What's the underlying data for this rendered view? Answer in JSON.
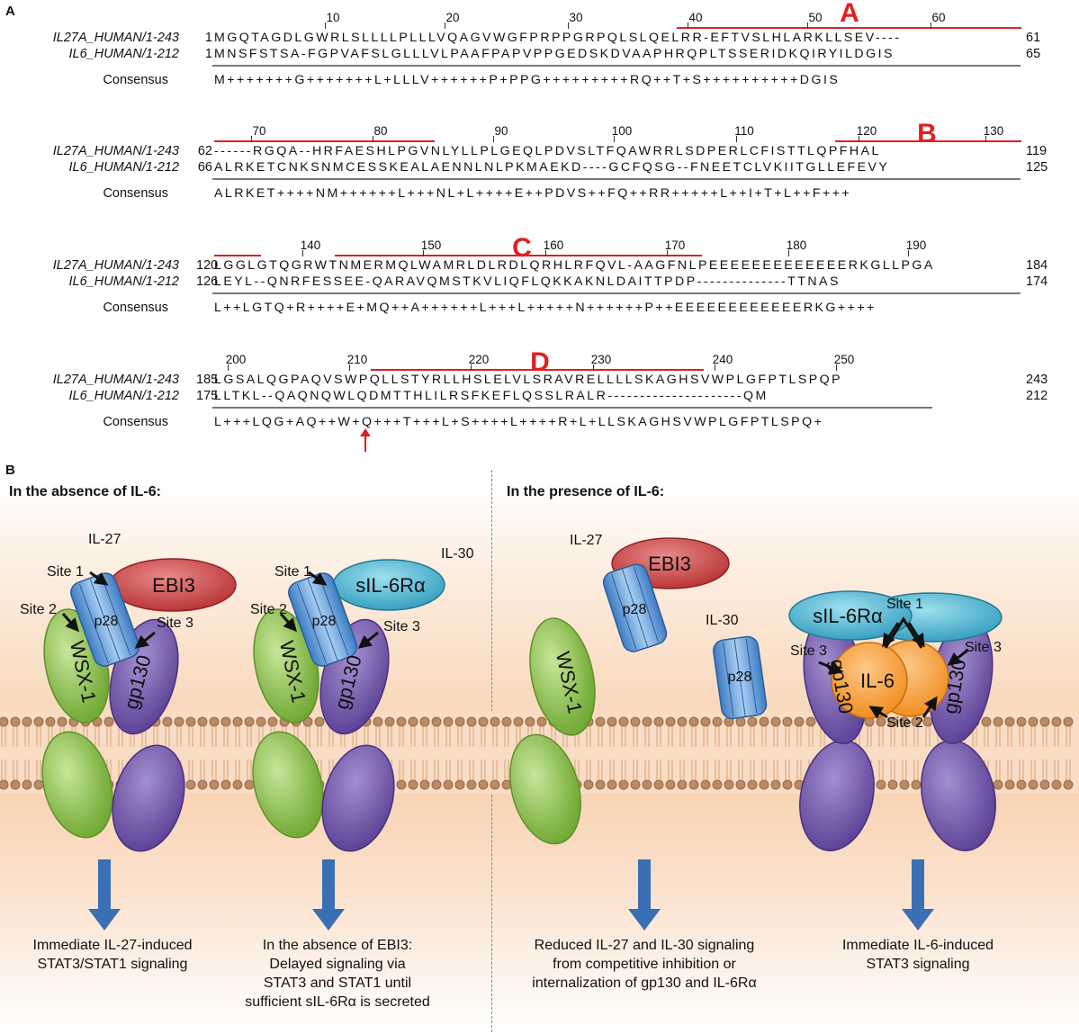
{
  "panel_a": {
    "letter": "A",
    "blocks": [
      {
        "ruler": [
          "10",
          "20",
          "30",
          "40",
          "50",
          "60"
        ],
        "helix_letter": "A",
        "rows": [
          {
            "name": "IL27A_HUMAN/1-243",
            "start": "1",
            "seq": "MGQTAGDLGWRLSLLLLPLLLVQAGVWGFPRPPGRPQLSLQELRR-EFTVSLHLARKLLSEV----",
            "end": "61"
          },
          {
            "name": "IL6_HUMAN/1-212",
            "start": "1",
            "seq": "MNSFSTSA-FGPVAFSLGLLLVLPAAFPAPVPPGEDSKDVAAPHRQPLTSSERIDKQIRYILDGIS",
            "end": "65"
          }
        ],
        "consensus_label": "Consensus",
        "consensus": "M+++++++G+++++++L+LLLV++++++P+PPG+++++++++RQ++T+S++++++++++DGIS"
      },
      {
        "ruler": [
          "70",
          "80",
          "90",
          "100",
          "110",
          "120",
          "130"
        ],
        "helix_letter": "B",
        "rows": [
          {
            "name": "IL27A_HUMAN/1-243",
            "start": "62",
            "seq": "------RGQA--HRFAESHLPGVNLYLLPLGEQLPDVSLTFQAWRRLSDPERLCFISTTLQPFHAL",
            "end": "119"
          },
          {
            "name": "IL6_HUMAN/1-212",
            "start": "66",
            "seq": "ALRKETCNKSNMCESSKEALAENNLNLPKMAEKD----GCFQSG--FNEETCLVKIITGLLEFEVY",
            "end": "125"
          }
        ],
        "consensus_label": "Consensus",
        "consensus": "ALRKET++++NM++++++L+++NL+L++++E++PDVS++FQ++RR+++++L++I+T+L++F+++"
      },
      {
        "ruler": [
          "140",
          "150",
          "160",
          "170",
          "180",
          "190"
        ],
        "helix_letter": "C",
        "rows": [
          {
            "name": "IL27A_HUMAN/1-243",
            "start": "120",
            "seq": "LGGLGTQGRWTNMERMQLWAMRLDLRDLQRHLRFQVL-AAGFNLPEEEEEEEEEEEEERKGLLPGA",
            "end": "184"
          },
          {
            "name": "IL6_HUMAN/1-212",
            "start": "126",
            "seq": "LEYL--QNRFESSEE-QARAVQMSTKVLIQFLQKKAKNLDAITTPDP--------------TTNAS",
            "end": "174"
          }
        ],
        "consensus_label": "Consensus",
        "consensus": "L++LGTQ+R++++E+MQ++A++++++L+++L+++++N++++++P++EEEEEEEEEEEERKG++++"
      },
      {
        "ruler": [
          "200",
          "210",
          "220",
          "230",
          "240",
          "250"
        ],
        "helix_letter": "D",
        "rows": [
          {
            "name": "IL27A_HUMAN/1-243",
            "start": "185",
            "seq": "LGSALQGPAQVSWPQLLSTYRLLHSLELVLSRAVRELLLLSKAGHSVWPLGFPTLSPQP",
            "end": "243"
          },
          {
            "name": "IL6_HUMAN/1-212",
            "start": "175",
            "seq": "LLTKL--QAQNQWLQDMTTHLILRSFKEFLQSSLRALR---------------------QM",
            "end": "212"
          }
        ],
        "consensus_label": "Consensus",
        "consensus": "L+++LQG+AQ++W+Q+++T+++L+S++++L++++R+L+LLSKAGHSVWPLGFPTLSPQ+"
      }
    ]
  },
  "panel_b": {
    "letter": "B",
    "left_title": "In the absence of IL-6:",
    "right_title": "In the presence of IL-6:",
    "labels": {
      "il27": "IL-27",
      "il30": "IL-30",
      "ebi3": "EBI3",
      "sil6ra": "sIL-6Rα",
      "p28": "p28",
      "wsx1": "WSX-1",
      "gp130": "gp130",
      "il6": "IL-6",
      "site1": "Site 1",
      "site2": "Site 2",
      "site3": "Site 3"
    },
    "captions": [
      [
        "Immediate IL-27-induced",
        "STAT3/STAT1 signaling"
      ],
      [
        "In the absence of EBI3:",
        "Delayed signaling via",
        "STAT3 and STAT1 until",
        "sufficient sIL-6Rα is secreted"
      ],
      [
        "Reduced IL-27 and IL-30 signaling",
        "from competitive inhibition or",
        "internalization of gp130 and IL-6Rα"
      ],
      [
        "Immediate IL-6-induced",
        "STAT3 signaling"
      ]
    ],
    "colors": {
      "wsx1": "#8cc63f",
      "gp130": "#7d5fb3",
      "ebi3": "#c94a4a",
      "sil6ra": "#4fb3d0",
      "p28": "#5b9bd5",
      "il6": "#f7941d",
      "arrow": "#3a6fb4",
      "helix_red": "#e02020"
    }
  }
}
